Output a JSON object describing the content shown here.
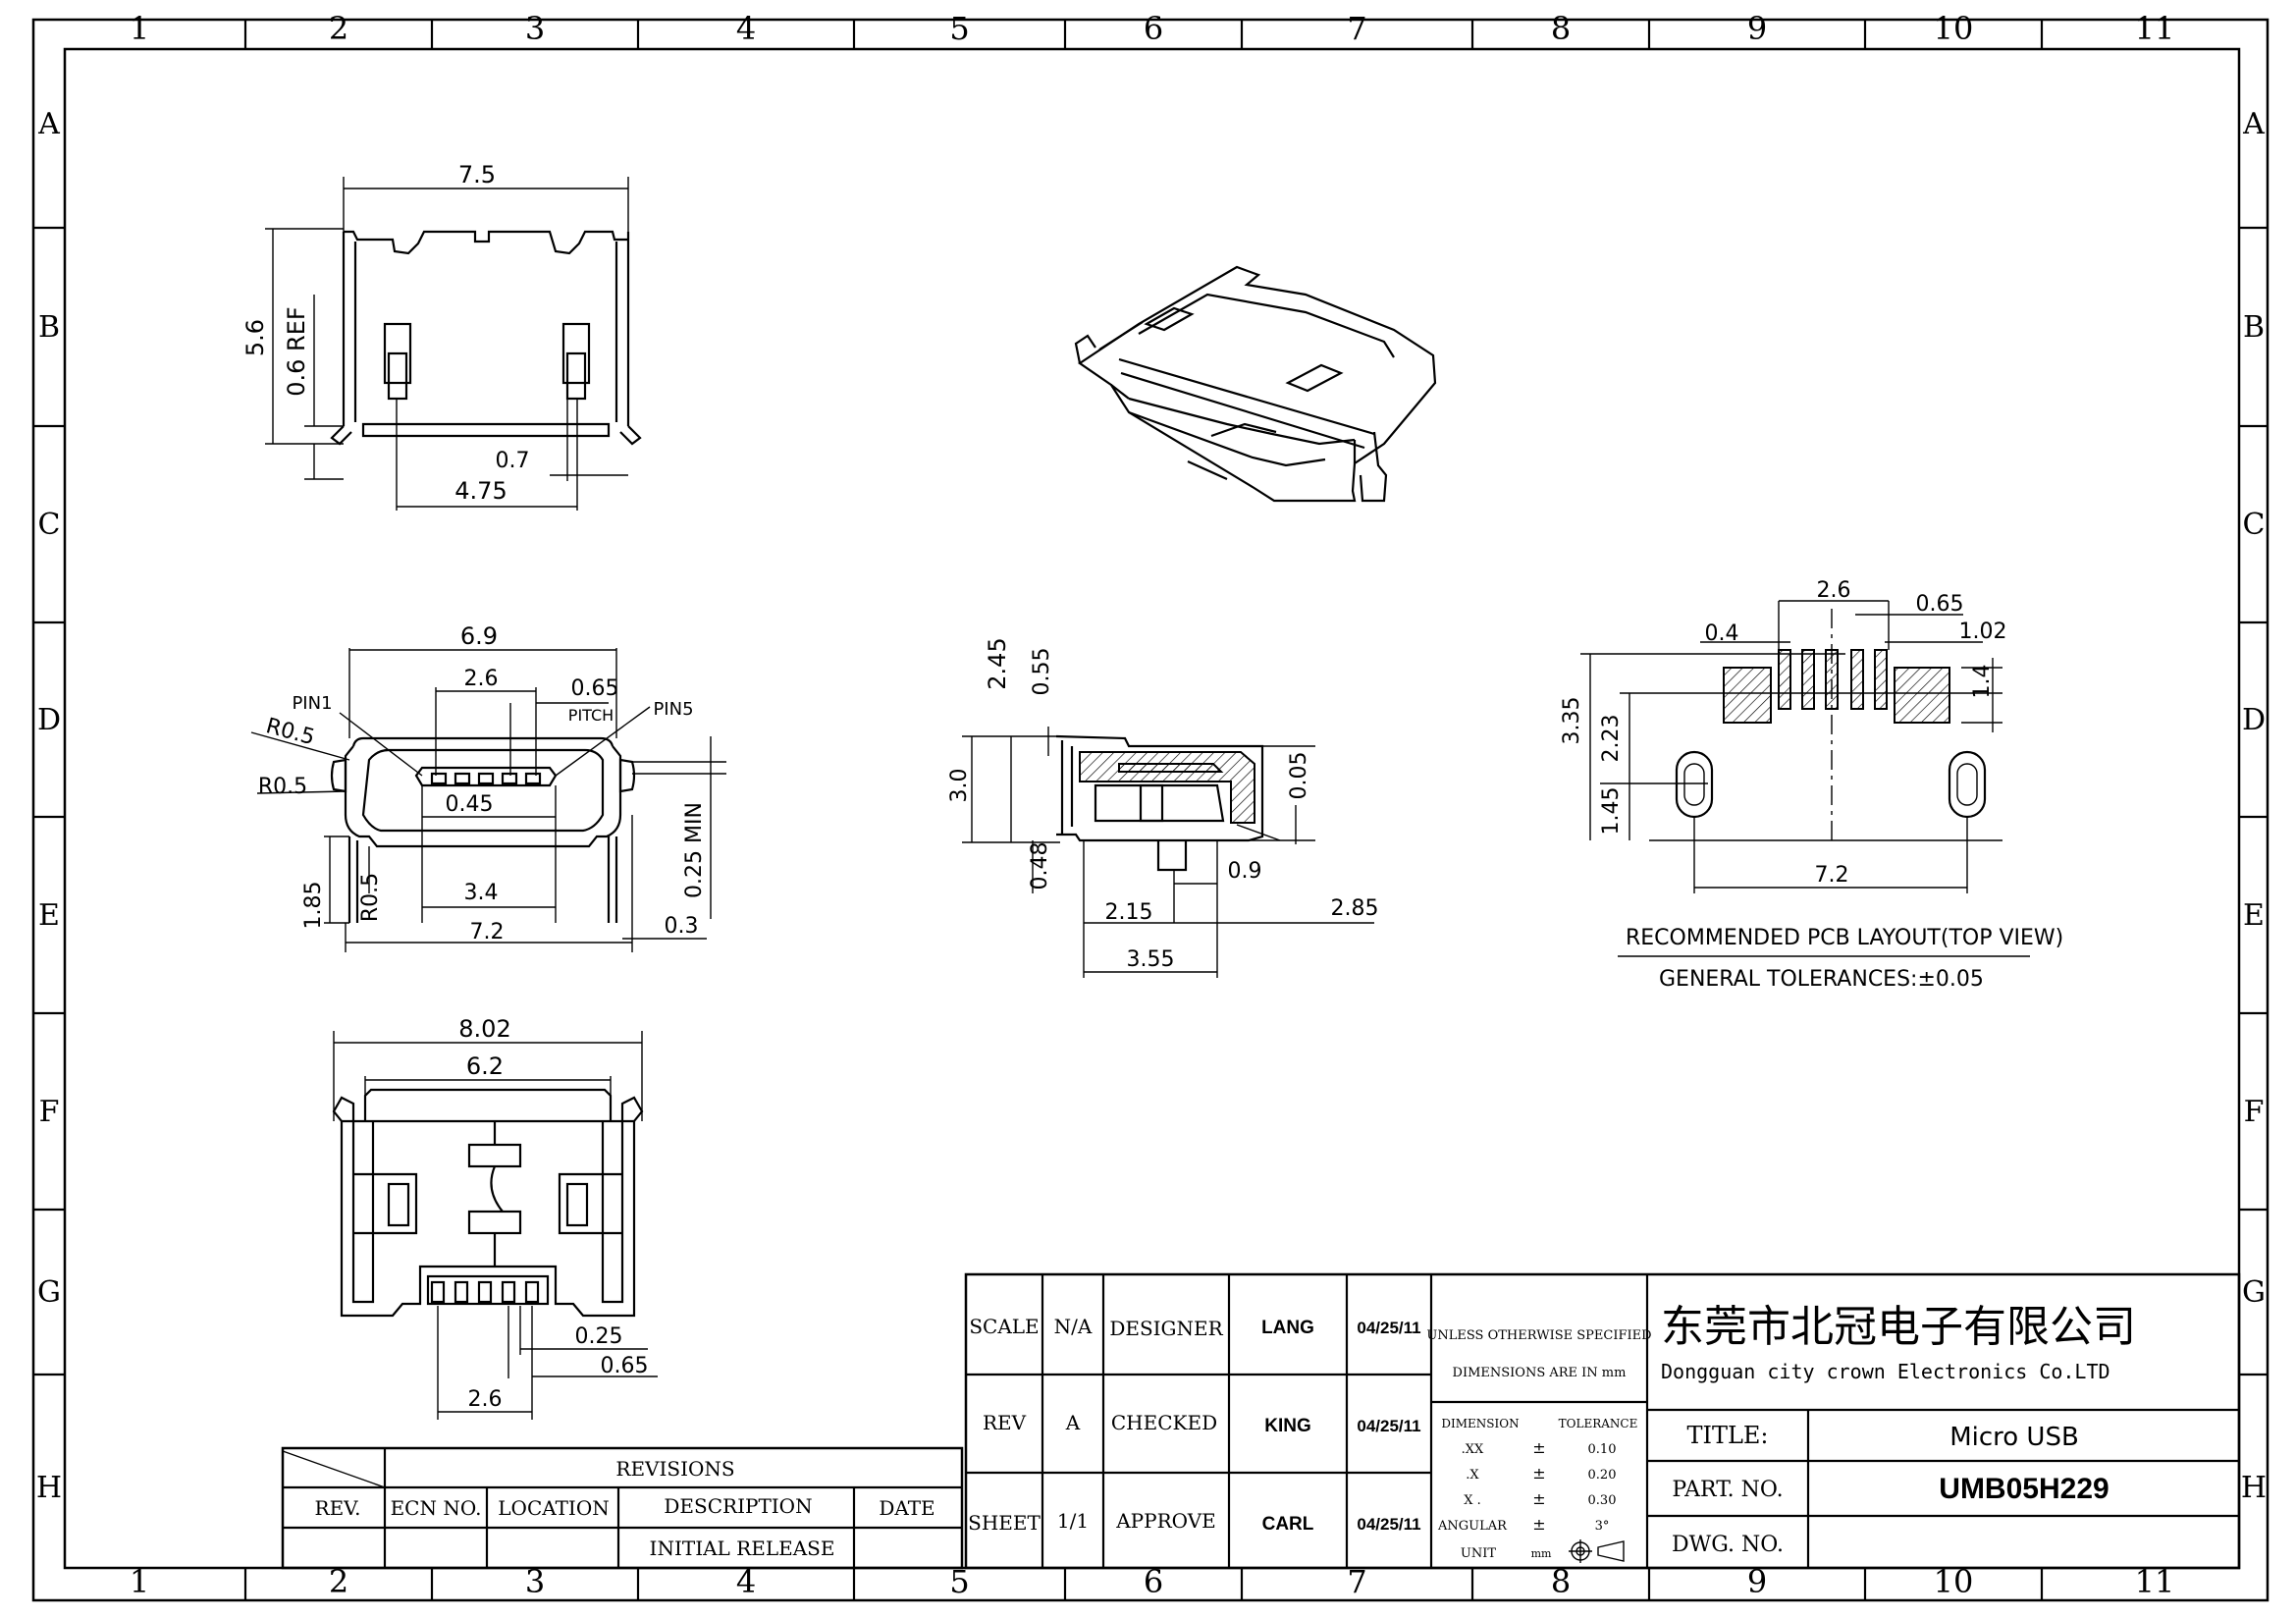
{
  "grid": {
    "columns": [
      "1",
      "2",
      "3",
      "4",
      "5",
      "6",
      "7",
      "8",
      "9",
      "10",
      "11"
    ],
    "rows": [
      "A",
      "B",
      "C",
      "D",
      "E",
      "F",
      "G",
      "H"
    ]
  },
  "views": {
    "top": {
      "width": "7.5",
      "height": "5.6",
      "ref": "0.6 REF",
      "pitch": "0.7",
      "span": "4.75"
    },
    "front": {
      "width": "6.9",
      "pin_span": "2.6",
      "pitch": "0.65",
      "pitch_label": "PITCH",
      "pin1": "PIN1",
      "pin5": "PIN5",
      "r1": "R0.5",
      "r2": "R0.5",
      "r3": "R0.5",
      "pin_w": "0.45",
      "inner": "3.4",
      "body": "7.2",
      "leg": "1.85",
      "min": "0.25 MIN",
      "gap": "0.3"
    },
    "side": {
      "h1": "2.45",
      "h2": "0.55",
      "h3": "3.0",
      "h4": "0.05",
      "h5": "0.48",
      "d1": "0.9",
      "d2": "2.15",
      "d3": "2.85",
      "d4": "3.55"
    },
    "bottom": {
      "outer": "8.02",
      "inner": "6.2",
      "pin_w": "0.25",
      "pitch": "0.65",
      "span": "2.6"
    },
    "pcb": {
      "span": "2.6",
      "pitch": "0.65",
      "pad_w": "0.4",
      "edge": "1.02",
      "pad_h": "1.4",
      "h1": "3.35",
      "h2": "2.23",
      "h3": "1.45",
      "width": "7.2",
      "title": "RECOMMENDED PCB LAYOUT(TOP VIEW)",
      "tolerance": "GENERAL TOLERANCES:±0.05"
    }
  },
  "revisions": {
    "title": "REVISIONS",
    "headers": [
      "REV.",
      "ECN NO.",
      "LOCATION",
      "DESCRIPTION",
      "DATE"
    ],
    "entry": "INITIAL RELEASE"
  },
  "title_block": {
    "scale_label": "SCALE",
    "scale": "N/A",
    "designer_label": "DESIGNER",
    "designer": "LANG",
    "designer_date": "04/25/11",
    "rev_label": "REV",
    "rev": "A",
    "checked_label": "CHECKED",
    "checked": "KING",
    "checked_date": "04/25/11",
    "sheet_label": "SHEET",
    "sheet": "1/1",
    "approve_label": "APPROVE",
    "approve": "CARL",
    "approve_date": "04/25/11",
    "unless_1": "UNLESS OTHERWISE SPECIFIED",
    "unless_2": "DIMENSIONS ARE IN mm",
    "tol_dim": "DIMENSION",
    "tol_tol": "TOLERANCE",
    "tol_rows": [
      {
        "d": ".XX",
        "pm": "±",
        "v": "0.10"
      },
      {
        "d": ".X",
        "pm": "±",
        "v": "0.20"
      },
      {
        "d": "X .",
        "pm": "±",
        "v": "0.30"
      },
      {
        "d": "ANGULAR",
        "pm": "±",
        "v": "3°"
      }
    ],
    "unit_label": "UNIT",
    "unit": "mm",
    "company_cn": "东莞市北冠电子有限公司",
    "company_en": "Dongguan city crown Electronics Co.LTD",
    "title_label": "TITLE:",
    "title": "Micro USB",
    "part_label": "PART. NO.",
    "part": "UMB05H229",
    "dwg_label": "DWG. NO."
  }
}
